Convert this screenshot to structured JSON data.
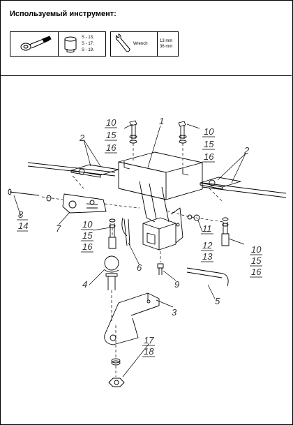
{
  "header": {
    "title": "Используемый инструмент:"
  },
  "tools": {
    "sockets": [
      "S - 13;",
      "S - 17;",
      "S - 19."
    ],
    "wrench_label": "Wrench",
    "wrench_sizes": [
      "13 mm",
      "36 mm"
    ]
  },
  "diagram": {
    "callouts": {
      "p1": "1",
      "p2l": "2",
      "p2r": "2",
      "p3": "3",
      "p4": "4",
      "p5": "5",
      "p6": "6",
      "p7": "7",
      "p8": "8",
      "p9": "9",
      "p10a": "10",
      "p15a": "15",
      "p16a": "16",
      "p10b": "10",
      "p15b": "15",
      "p16b": "16",
      "p10c": "10",
      "p15c": "15",
      "p16c": "16",
      "p10d": "10",
      "p15d": "15",
      "p16d": "16",
      "p11": "11",
      "p12": "12",
      "p13": "13",
      "p14": "14",
      "p17": "17",
      "p18": "18"
    }
  }
}
